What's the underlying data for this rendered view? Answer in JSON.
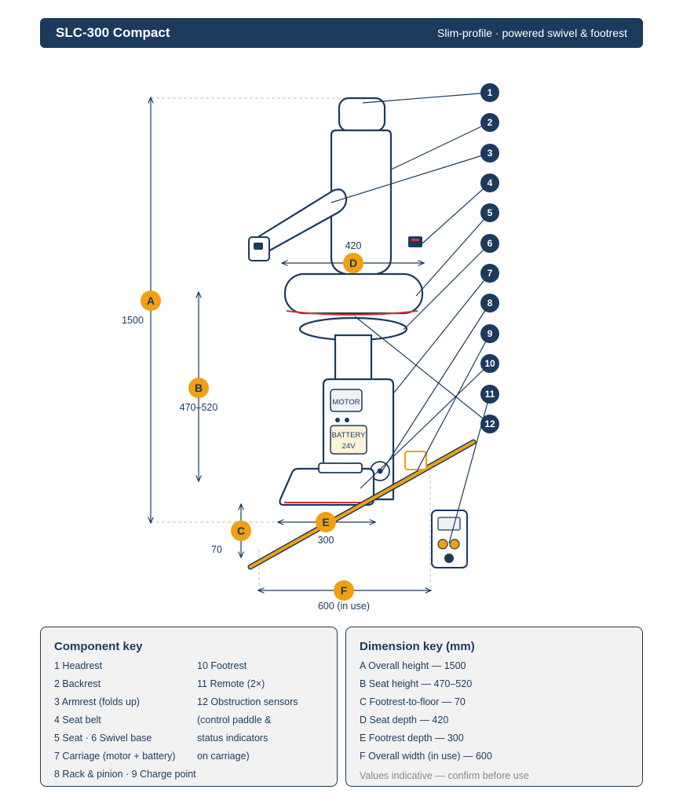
{
  "header": {
    "title": "SLC-300 Compact",
    "subtitle": "Slim-profile · powered swivel & footrest"
  },
  "diagram": {
    "callouts": [
      "1",
      "2",
      "3",
      "4",
      "5",
      "6",
      "7",
      "8",
      "9",
      "10",
      "11",
      "12"
    ],
    "dimensions": {
      "A": {
        "letter": "A",
        "value": "1500"
      },
      "B": {
        "letter": "B",
        "value": "470–520"
      },
      "C": {
        "letter": "C",
        "value": "70"
      },
      "D": {
        "letter": "D",
        "value": "420"
      },
      "E": {
        "letter": "E",
        "value": "300"
      },
      "F": {
        "letter": "F",
        "value": "600 (in use)"
      }
    },
    "labels": {
      "motor": "MOTOR",
      "battery": "BATTERY",
      "voltage": "24V"
    },
    "colors": {
      "navy": "#1b3a5c",
      "accent": "#f0a012",
      "red": "#d9343a"
    }
  },
  "component_key": {
    "title": "Component key",
    "col1": [
      "1 Headrest",
      "2 Backrest",
      "3 Armrest (folds up)",
      "4 Seat belt",
      "5 Seat · 6 Swivel base",
      "7 Carriage (motor + battery)",
      "8 Rack & pinion · 9 Charge point"
    ],
    "col2": [
      "10 Footrest",
      "11 Remote (2×)",
      "12 Obstruction sensors",
      "(control paddle &",
      "status indicators",
      "on carriage)"
    ]
  },
  "dimension_key": {
    "title": "Dimension key (mm)",
    "items": [
      "A Overall height — 1500",
      "B Seat height — 470–520",
      "C Footrest-to-floor — 70",
      "D Seat depth — 420",
      "E Footrest depth — 300",
      "F Overall width (in use) — 600"
    ],
    "note": "Values indicative — confirm before use"
  }
}
